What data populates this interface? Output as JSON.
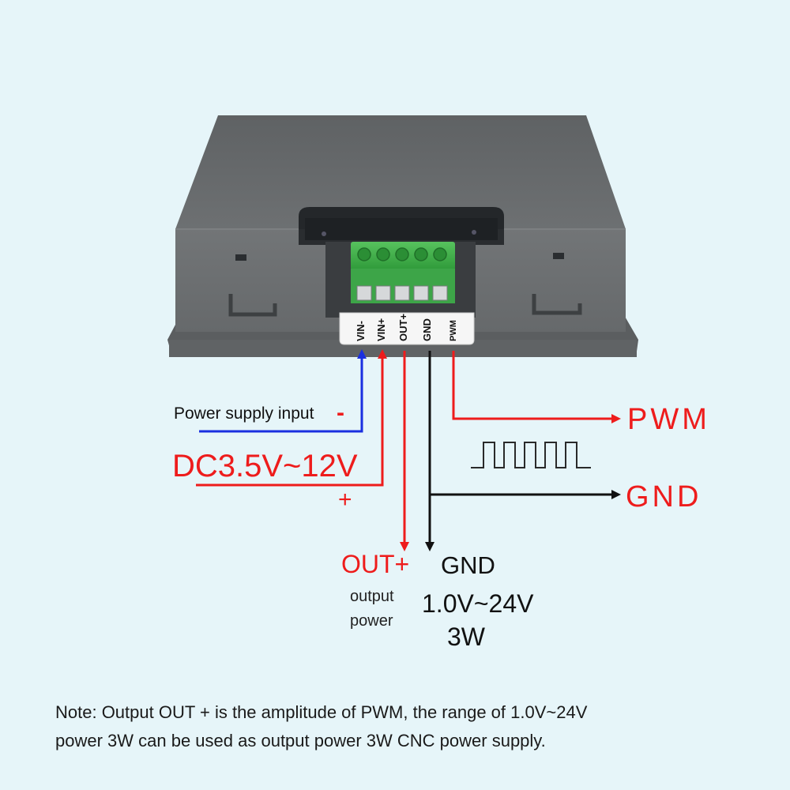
{
  "terminals": [
    "VIN-",
    "VIN+",
    "OUT+",
    "GND",
    "PWM"
  ],
  "labels": {
    "power_supply_input": "Power supply input",
    "minus_sign": "-",
    "dc_range": "DC3.5V~12V",
    "plus_sign": "+",
    "pwm": "PWM",
    "gnd_right": "GND",
    "out_plus": "OUT+",
    "output_power_line1": "output",
    "output_power_line2": "power",
    "gnd_bottom": "GND",
    "voltage_range": "1.0V~24V",
    "power_rating": "3W"
  },
  "note": {
    "line1": "Note: Output OUT + is the amplitude of PWM, the range of 1.0V~24V",
    "line2": "power 3W can be used as output power 3W CNC power supply."
  },
  "colors": {
    "background": "#e6f5f9",
    "wire_blue": "#1a2fe0",
    "wire_red": "#ee1c1c",
    "wire_black": "#111111",
    "case_gray": "#6e7173",
    "terminal_green": "#3fae49",
    "label_red": "#ee1c1c"
  }
}
